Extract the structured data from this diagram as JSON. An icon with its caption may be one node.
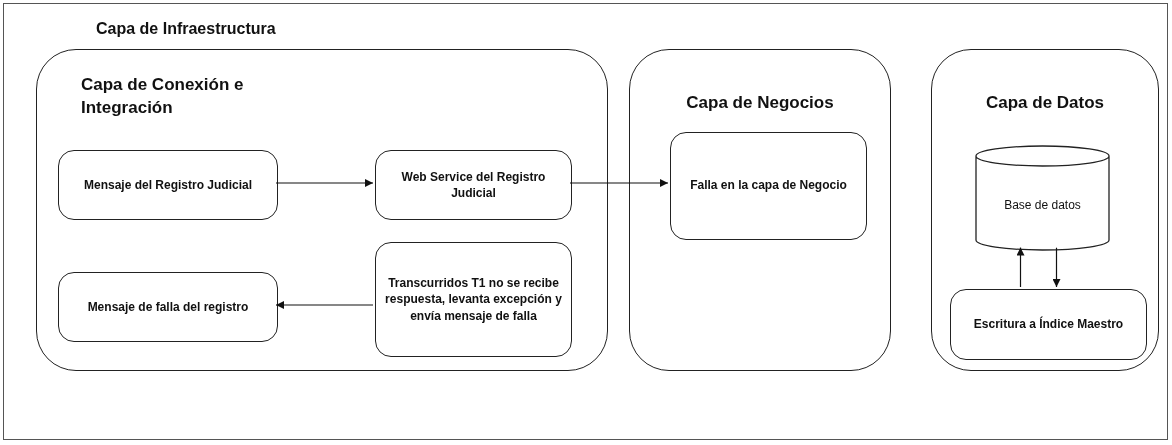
{
  "diagram": {
    "nodes": [
      {
        "text": [
          "Capa de Infraestructura"
        ]
      },
      {
        "text": [
          "Capa de Conexión e Integración"
        ],
        "in": 0
      },
      {
        "text": [
          "Mensaje del Registro Judicial"
        ],
        "in": 1
      },
      {
        "text": [
          "Web Service del Registro Judicial"
        ],
        "in": 1
      },
      {
        "text": [
          "Mensaje de falla del registro"
        ],
        "in": 1
      },
      {
        "text": [
          "Transcurridos T1 no se recibe respuesta, levanta excepción y envía mensaje de falla"
        ],
        "in": 1
      },
      {
        "text": [
          "Capa de Negocios"
        ],
        "in": 0
      },
      {
        "text": [
          "Falla en la capa de Negocio"
        ],
        "in": 6
      },
      {
        "text": [
          "Capa de Datos"
        ],
        "in": 0
      },
      {
        "text": [
          "Base de datos"
        ],
        "in": 8
      },
      {
        "text": [
          "Escritura a Índice Maestro"
        ],
        "in": 8
      }
    ],
    "edges": [
      {
        "from": 2,
        "to": 3,
        "arrow": "to"
      },
      {
        "from": 3,
        "to": 7,
        "arrow": "to"
      },
      {
        "from": 5,
        "to": 4,
        "arrow": "to"
      },
      {
        "from": 10,
        "to": 9,
        "arrow": "to"
      },
      {
        "from": 9,
        "to": 10,
        "arrow": "to"
      }
    ]
  }
}
